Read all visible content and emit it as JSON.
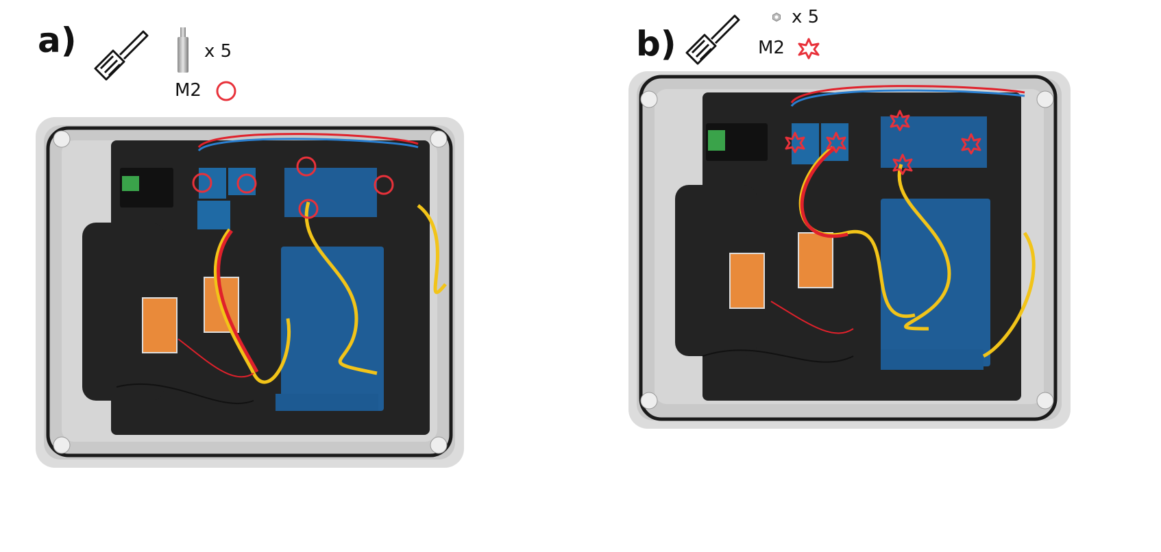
{
  "panel_a": {
    "label": "a)",
    "tool_icon": "screwdriver-icon",
    "part_icon": "standoff-icon",
    "quantity": "x 5",
    "screw_size": "M2",
    "marker_icon": "circle-marker-icon",
    "marker_color": "#e8313a"
  },
  "panel_b": {
    "label": "b)",
    "tool_icon": "screwdriver-icon",
    "part_icon": "nut-icon",
    "quantity": "x 5",
    "screw_size": "M2",
    "marker_icon": "star-marker-icon",
    "marker_color": "#e8313a"
  }
}
